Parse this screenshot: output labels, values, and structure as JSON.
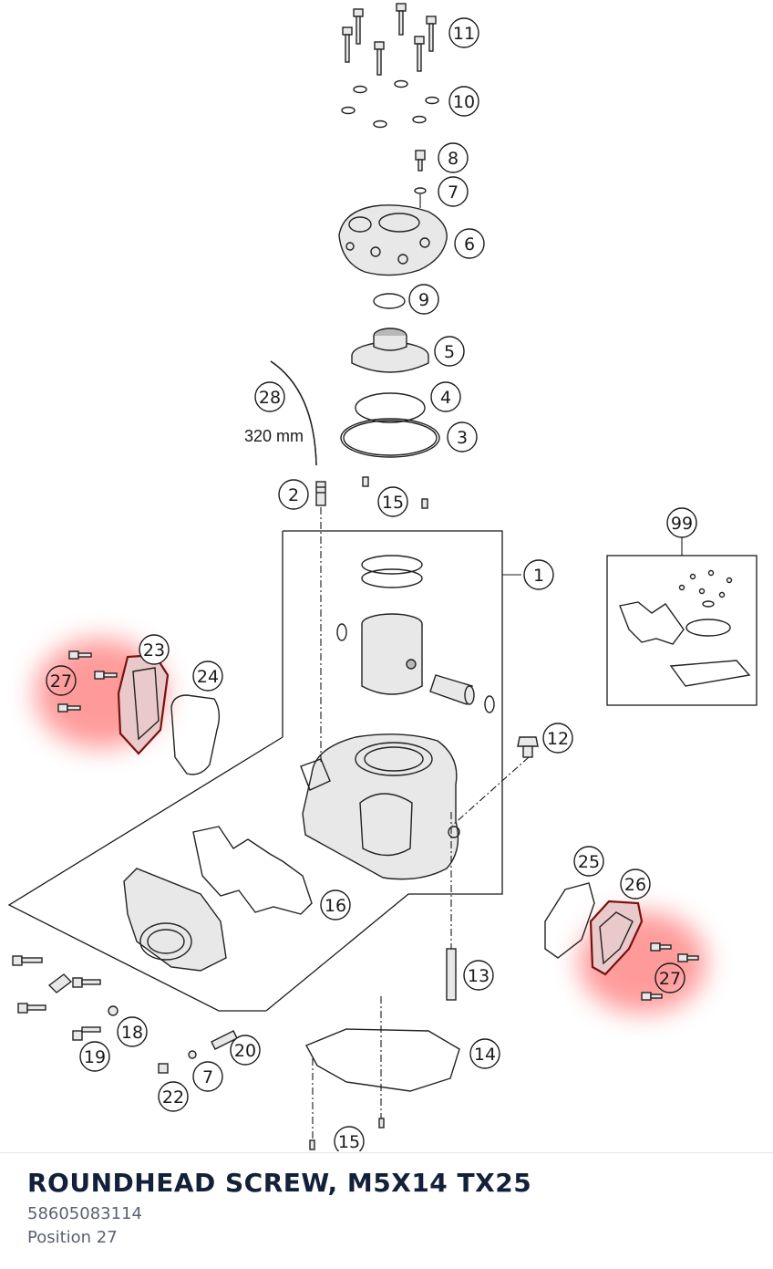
{
  "diagram": {
    "callouts": [
      {
        "id": "c-11",
        "label": "11"
      },
      {
        "id": "c-10",
        "label": "10"
      },
      {
        "id": "c-8",
        "label": "8"
      },
      {
        "id": "c-7a",
        "label": "7"
      },
      {
        "id": "c-6",
        "label": "6"
      },
      {
        "id": "c-9",
        "label": "9"
      },
      {
        "id": "c-5",
        "label": "5"
      },
      {
        "id": "c-4",
        "label": "4"
      },
      {
        "id": "c-3",
        "label": "3"
      },
      {
        "id": "c-28",
        "label": "28"
      },
      {
        "id": "c-2",
        "label": "2"
      },
      {
        "id": "c-15a",
        "label": "15"
      },
      {
        "id": "c-1",
        "label": "1"
      },
      {
        "id": "c-99",
        "label": "99"
      },
      {
        "id": "c-23",
        "label": "23"
      },
      {
        "id": "c-27a",
        "label": "27"
      },
      {
        "id": "c-24",
        "label": "24"
      },
      {
        "id": "c-12",
        "label": "12"
      },
      {
        "id": "c-25",
        "label": "25"
      },
      {
        "id": "c-26",
        "label": "26"
      },
      {
        "id": "c-16",
        "label": "16"
      },
      {
        "id": "c-27b",
        "label": "27"
      },
      {
        "id": "c-13",
        "label": "13"
      },
      {
        "id": "c-18",
        "label": "18"
      },
      {
        "id": "c-19",
        "label": "19"
      },
      {
        "id": "c-20",
        "label": "20"
      },
      {
        "id": "c-7b",
        "label": "7"
      },
      {
        "id": "c-22",
        "label": "22"
      },
      {
        "id": "c-14",
        "label": "14"
      },
      {
        "id": "c-15b",
        "label": "15"
      }
    ],
    "hose_length": "320 mm",
    "highlight_color": "#ff3b3b"
  },
  "footer": {
    "title": "ROUNDHEAD SCREW, M5X14 TX25",
    "part_number": "58605083114",
    "position": "Position 27"
  }
}
